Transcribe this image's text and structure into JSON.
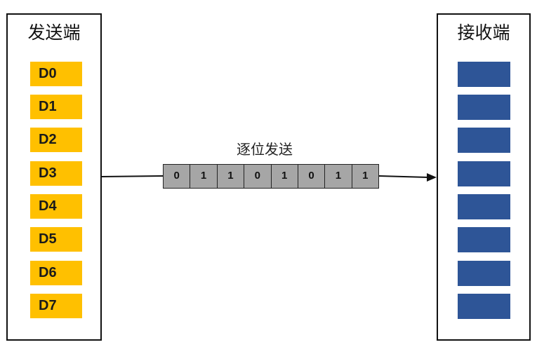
{
  "sender": {
    "title": "发送端",
    "data_bits": [
      "D0",
      "D1",
      "D2",
      "D3",
      "D4",
      "D5",
      "D6",
      "D7"
    ],
    "box_color": "#ffc000"
  },
  "receiver": {
    "title": "接收端",
    "slot_count": 8,
    "box_color": "#2e5597"
  },
  "transmission": {
    "caption": "逐位发送",
    "bits": [
      "0",
      "1",
      "1",
      "0",
      "1",
      "0",
      "1",
      "1"
    ],
    "bit_color": "#a6a6a6",
    "arrow_icon": "arrow-right-icon"
  }
}
